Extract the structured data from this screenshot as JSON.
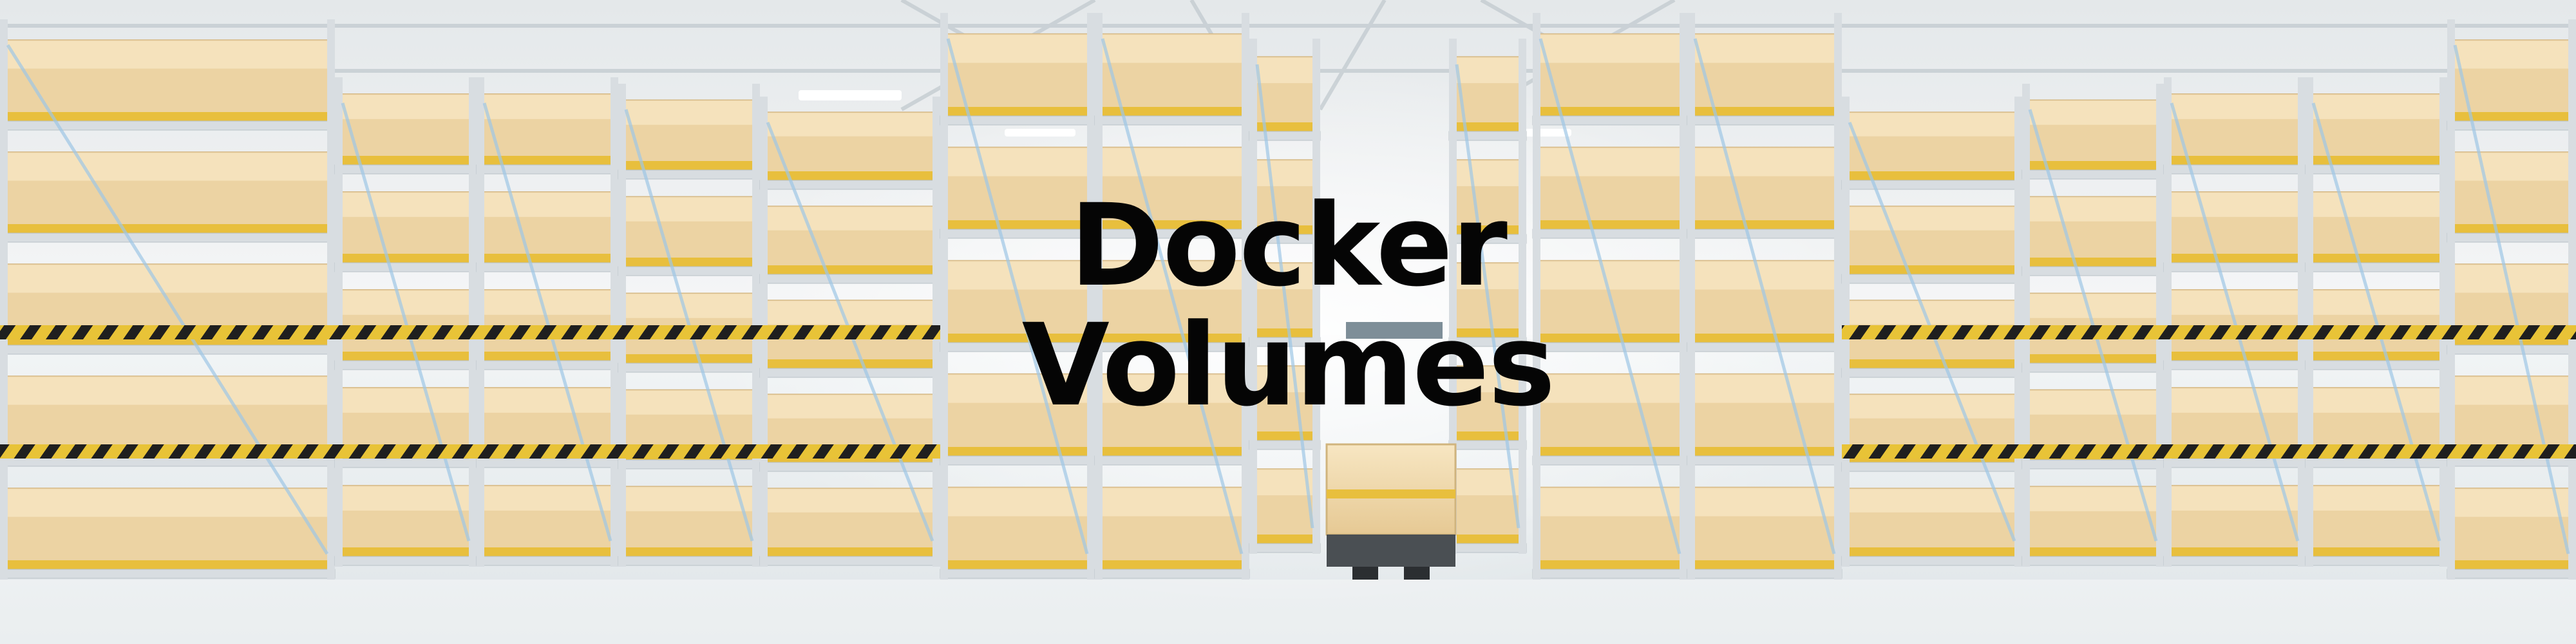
{
  "banner": {
    "title_line_1": "Docker",
    "title_line_2": "Volumes",
    "scene": "warehouse-aisle-photo",
    "colors": {
      "title": "#050505",
      "box": "#ecd3a3",
      "box_highlight": "#f7e6c2",
      "pallet_tape": "#e8bf3d",
      "rack_frame": "#d8dde1",
      "rack_brace": "#9fc7e6",
      "hazard_yellow": "#e8c337",
      "hazard_black": "#1f1f1f",
      "floor": "#e6ebee",
      "ceiling": "#f3f5f6"
    }
  }
}
